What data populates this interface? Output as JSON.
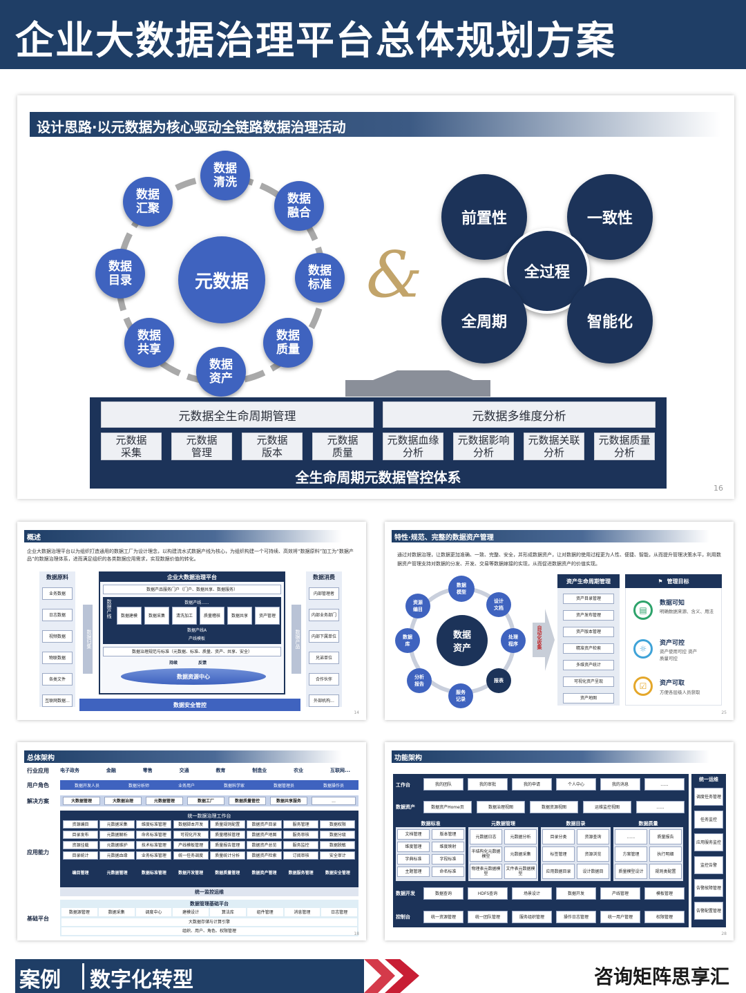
{
  "header": {
    "title": "企业大数据治理平台总体规划方案"
  },
  "main": {
    "banner": "设计思路·以元数据为核心驱动全链路数据治理活动",
    "center": "元数据",
    "ring": [
      "数据清洗",
      "数据融合",
      "数据标准",
      "数据质量",
      "数据资产",
      "数据共享",
      "数据目录",
      "数据汇聚"
    ],
    "ampersand": "&",
    "traits": [
      "前置性",
      "一致性",
      "全过程",
      "全周期",
      "智能化"
    ],
    "box": {
      "left_header": "元数据全生命周期管理",
      "right_header": "元数据多维度分析",
      "items": [
        "元数据采集",
        "元数据管理",
        "元数据版本",
        "元数据质量",
        "元数据血缘分析",
        "元数据影响分析",
        "元数据关联分析",
        "元数据质量分析"
      ],
      "footer": "全生命周期元数据管控体系"
    },
    "page": "16"
  },
  "s1": {
    "title": "概述",
    "intro": "企业大数据治理平台以为组织打造通用的数据工厂为设计理念，以构建流水式数据产线为核心，为组织构建一个可持续、高效将“数据原料”加工为“数据产品”的数据治理体系，进而满足组织的各类数据应用需求，实现数据价值的转化。",
    "left_head": "数据原料",
    "left_items": [
      "业务数据",
      "日志数据",
      "视频数据",
      "物联数据",
      "各类文件",
      "互联网数据..."
    ],
    "right_head": "数据消费",
    "right_items": [
      "内部管理者",
      "内部业务部门",
      "内部下属单位",
      "兄弟单位",
      "合作伙伴",
      "外部机构..."
    ],
    "platform": "企业大数据治理平台",
    "portal": "数据产品服务门户（门户、数据共享、数据服务）",
    "line": "数据产线......",
    "line_label": "数据产线",
    "steps": [
      "数据建模",
      "数据采集",
      "清洗加工",
      "质量稽核",
      "数据共享",
      "资产管理"
    ],
    "lineA": "数据产线A",
    "template": "产线模板",
    "spec": "数据治理规范与标准（元数据、标准、质量、资产、共享、安全）",
    "persist": "持续",
    "feedback": "反馈",
    "center": "数据资源中心",
    "security": "数据安全管控",
    "arrow_left": "数据归集",
    "arrow_right": "数据产品",
    "page": "14"
  },
  "s2": {
    "title": "特性·规范、完整的数据资产管理",
    "intro": "通过对数据治理，让数据更加准确、一致、完整、安全，并形成数据资产，让对数据的使用过程更为人性、便捷、智能，从而提升管理决策水平，利用数据资产管理支持对数据的分发、开发、交易等数据嫁接的实现，从而促进数据资产的价值实现。",
    "center": "数据资产",
    "ring": [
      "数据模型",
      "设计文档",
      "处理程序",
      "报表",
      "服务记录",
      "分析报告",
      "数据库",
      "资源编目"
    ],
    "collect": "自动化收集",
    "lifecycle_head": "资产生命周期管理",
    "lifecycle": [
      "资产目录管理",
      "资产发布管理",
      "资产版本管理",
      "精准资产检索",
      "多维资产统计",
      "可视化资产呈现",
      "资产地图"
    ],
    "goal_head": "管理目标",
    "goals": [
      {
        "title": "数据可知",
        "desc": "明确数据来源、含义、用法"
      },
      {
        "title": "资产可控",
        "desc": "资产使用可控 资产质量可控"
      },
      {
        "title": "资产可取",
        "desc": "方便各层级人员获取"
      }
    ],
    "page": "25"
  },
  "s3": {
    "title": "总体架构",
    "rows": {
      "industry": "行业应用",
      "roles": "用户角色",
      "solutions": "解决方案",
      "capability": "应用能力",
      "base": "基础平台"
    },
    "industries": [
      "电子政务",
      "金融",
      "零售",
      "交通",
      "教育",
      "制造业",
      "农业",
      "互联网..."
    ],
    "role_items": [
      "数据开发人员",
      "数据分析师",
      "业务用户",
      "数据科学家",
      "数据管理员",
      "数据操作员"
    ],
    "solution_items": [
      "大数据管理",
      "大数据治理",
      "元数据管理",
      "数据工厂",
      "数据质量管控",
      "数据共享服务",
      "..."
    ],
    "workbench": "统一数据治理工作台",
    "cap_cols": [
      [
        "资源编目",
        "目录发布",
        "资源挂载",
        "目录统计"
      ],
      [
        "元数据采集",
        "元数据解析",
        "元数据维护",
        "元数据血缘"
      ],
      [
        "维度标准管理",
        "命名标准管理",
        "技术标准管理",
        "业务标准管理"
      ],
      [
        "数据脚本开发",
        "可视化开发",
        "产线模板管理",
        "统一任务调度"
      ],
      [
        "质量规则配置",
        "质量稽核管理",
        "质量报告管理",
        "质量统计分析"
      ],
      [
        "数据资产目录",
        "数据资产地图",
        "数据资产总览",
        "数据资产检索"
      ],
      [
        "服务管理",
        "服务审核",
        "服务监控",
        "订阅审核"
      ],
      [
        "数据权限",
        "数据分级",
        "数据脱敏",
        "安全审计"
      ]
    ],
    "cap_heads": [
      "编目管理",
      "元数据管理",
      "数据标准管理",
      "数据开发管理",
      "数据质量管理",
      "数据资产管理",
      "数据服务管理",
      "数据安全管理"
    ],
    "monitor": "统一监控运维",
    "base_head": "数据管理基础平台",
    "base_items": [
      "数据源管理",
      "数据采集",
      "调度中心",
      "建模设计",
      "算法库",
      "组件管理",
      "消息管理",
      "日志管理"
    ],
    "storage": "大数据存储与计算引擎",
    "org": "组织、用户、角色、权限管理",
    "page": "18"
  },
  "s4": {
    "title": "功能架构",
    "row_labels": [
      "工作台",
      "数据资产",
      "",
      "数据开发",
      "控制台"
    ],
    "workbench": [
      "我的团队",
      "我的审批",
      "我的申请",
      "个人中心",
      "我的消息",
      "......"
    ],
    "asset": [
      "数据资产Home页",
      "数据治理视图",
      "数据资源视图",
      "运维监控视图",
      "......"
    ],
    "groups": [
      {
        "head": "数据标准",
        "items": [
          "文档管理",
          "版本管理",
          "维度管理",
          "维度映射",
          "字典标准",
          "字段标准",
          "主题管理",
          "命名标准"
        ]
      },
      {
        "head": "元数据管理",
        "items": [
          "元数据日志",
          "元数据分析",
          "半结构化元数据模型",
          "元数据采集",
          "物理表元数据模型",
          "文件表元数据模型"
        ]
      },
      {
        "head": "数据目录",
        "items": [
          "目录分类",
          "资源查询",
          "标签管理",
          "资源浏览",
          "应用数据目录",
          "设计数据目"
        ]
      },
      {
        "head": "数据质量",
        "items": [
          "......",
          "质量报告",
          "方案管理",
          "执行明细",
          "质量模型设计",
          "规则类配置"
        ]
      }
    ],
    "dev": [
      "数据查询",
      "HDFS查询",
      "场景设计",
      "数据开发",
      "产线管理",
      "模板管理"
    ],
    "console": [
      "统一资源管理",
      "统一团队管理",
      "服务组织管理",
      "操作日志管理",
      "统一用户管理",
      "权限管理"
    ],
    "ops_head": "统一运维",
    "ops": [
      "调度任务管理",
      "任务监控",
      "应用服务监控",
      "监控告警",
      "告警故障管理",
      "告警配置管理"
    ],
    "page": "28"
  },
  "footer": {
    "case": "案例",
    "topic": "数字化转型",
    "brand": "咨询矩阵思享汇"
  }
}
